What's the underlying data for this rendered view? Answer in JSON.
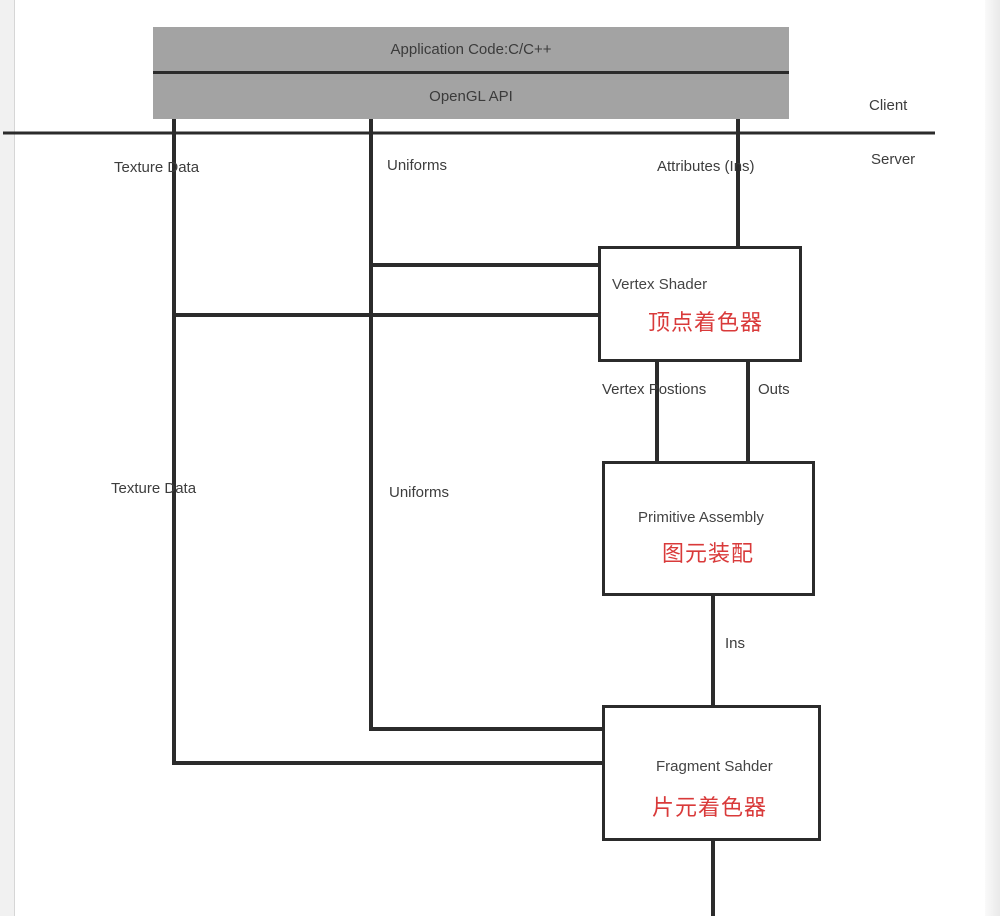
{
  "header": {
    "app_code": "Application Code:C/C++",
    "api": "OpenGL API"
  },
  "regions": {
    "client": "Client",
    "server": "Server"
  },
  "edge_labels": {
    "texture_data_top": "Texture Data",
    "uniforms_top": "Uniforms",
    "attributes": "Attributes (Ins)",
    "texture_data_mid": "Texture Data",
    "uniforms_mid": "Uniforms",
    "vertex_positions": "Vertex Postions",
    "outs": "Outs",
    "ins": "Ins"
  },
  "stages": {
    "vertex_shader": {
      "en": "Vertex Shader",
      "cn": "顶点着色器"
    },
    "primitive_assembly": {
      "en": "Primitive Assembly",
      "cn": "图元装配"
    },
    "fragment_shader": {
      "en": "Fragment Sahder",
      "cn": "片元着色器"
    }
  },
  "colors": {
    "api_bar": "#a3a3a3",
    "line": "#2b2b2b",
    "chinese_label": "#d93a3a"
  }
}
